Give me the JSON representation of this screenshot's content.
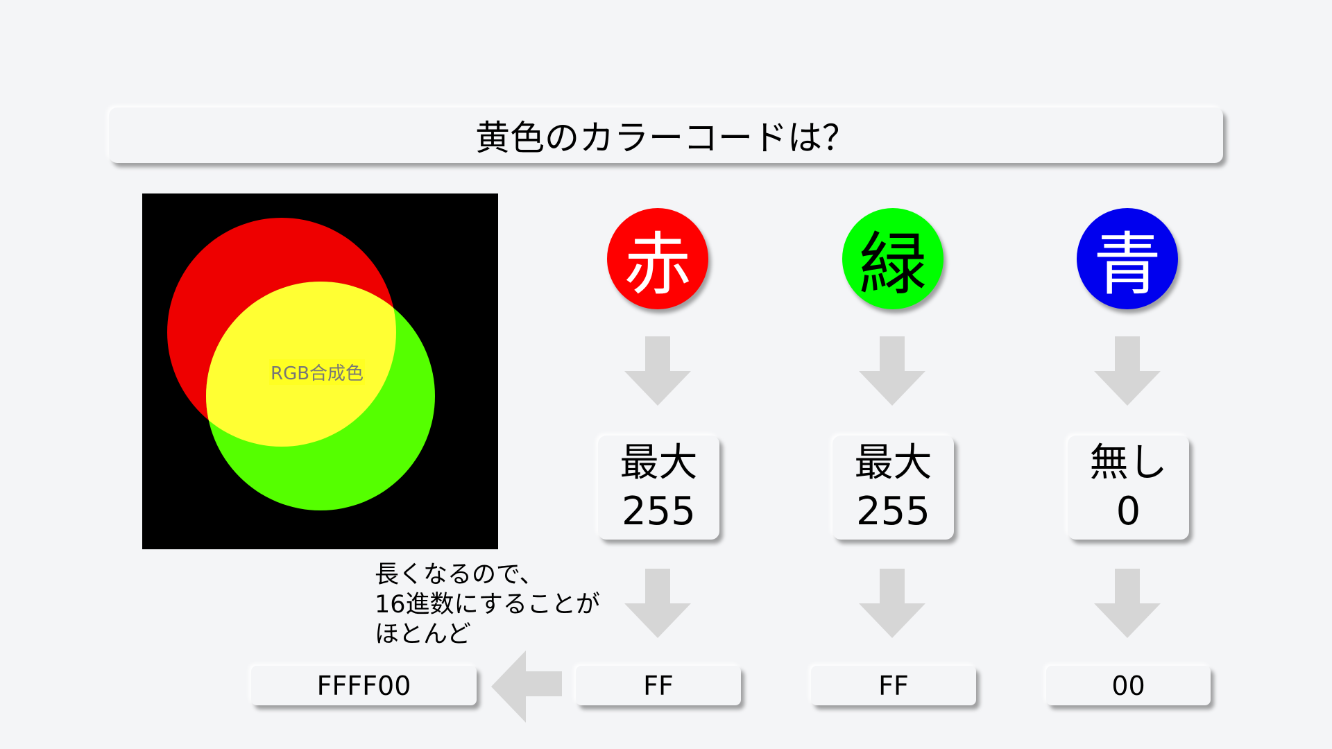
{
  "title": "黄色のカラーコードは？",
  "image": {
    "label": "RGB合成色",
    "colors": {
      "red": "#ee0000",
      "green": "#55ff00",
      "yellow": "#ffff33",
      "background": "#000000"
    }
  },
  "channels": [
    {
      "name": "赤",
      "circle_color": "#ff0000",
      "text_color": "#ffffff",
      "level": "最大",
      "value": "255",
      "hex": "FF"
    },
    {
      "name": "緑",
      "circle_color": "#00ff00",
      "text_color": "#000000",
      "level": "最大",
      "value": "255",
      "hex": "FF"
    },
    {
      "name": "青",
      "circle_color": "#0000ee",
      "text_color": "#ffffff",
      "level": "無し",
      "value": "0",
      "hex": "00"
    }
  ],
  "note": {
    "line1": "長くなるので、",
    "line2": "16進数にすることが",
    "line3": "ほとんど"
  },
  "result": {
    "hex": "FFFF00"
  },
  "arrow_color": "#d6d6d6"
}
